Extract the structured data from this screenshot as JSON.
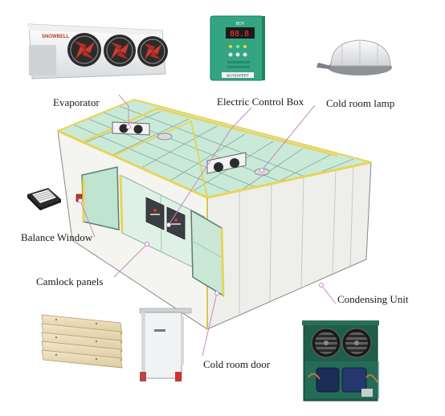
{
  "labels": {
    "evaporator": "Evaporator",
    "electric_control_box": "Electric Control Box",
    "cold_room_lamp": "Cold room lamp",
    "balance_window": "Balance Window",
    "camlock_panels": "Camlock panels",
    "condensing_unit": "Condensing Unit",
    "cold_room_door": "Cold room door"
  },
  "evaporator_brand": "SNOWBELL",
  "control_box_brand": "BOY",
  "control_box_footer": "BOYEXPERT",
  "colors": {
    "glass_top": "#c9ead9",
    "glass_side": "#dff1e6",
    "frame_yellow": "#e7d45a",
    "panel_white": "#f4f5f1",
    "control_box_green": "#33a583",
    "fan_red": "#d23a2f",
    "leader_line": "#c987c4",
    "condenser_green": "#1f5e4a"
  }
}
